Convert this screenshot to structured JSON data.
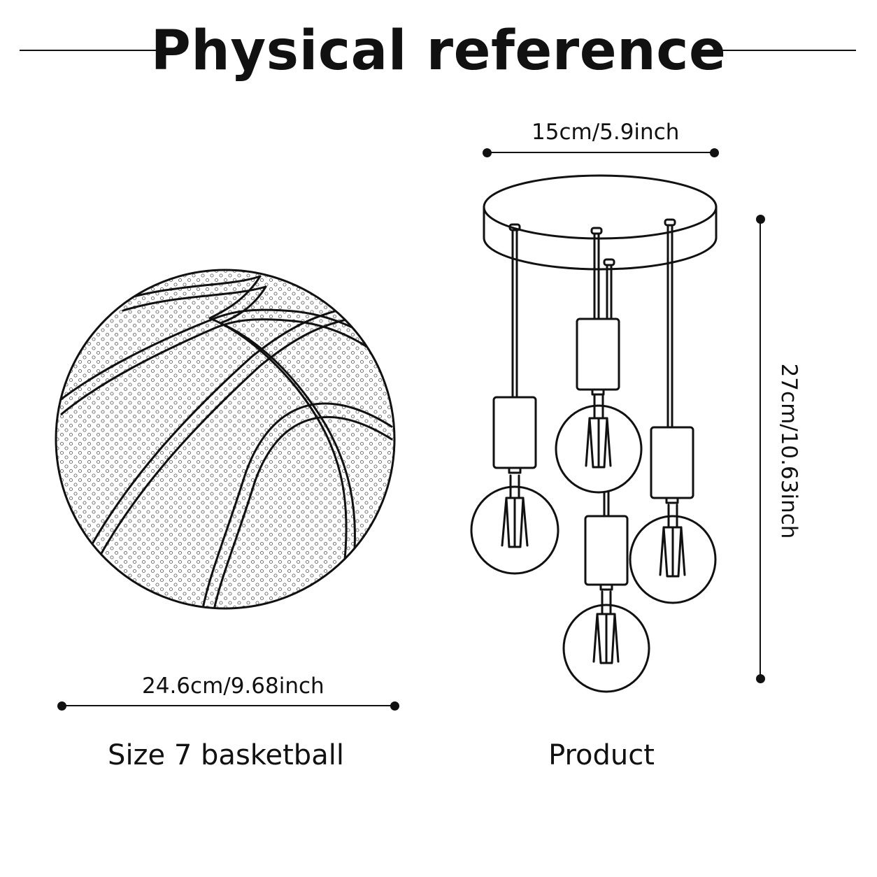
{
  "title": "Physical reference",
  "basketball": {
    "dimension": "24.6cm/9.68inch",
    "caption": "Size 7 basketball"
  },
  "product": {
    "width_dimension": "15cm/5.9inch",
    "height_dimension": "27cm/10.63inch",
    "caption": "Product"
  },
  "colors": {
    "ink": "#111111",
    "background": "#ffffff"
  }
}
